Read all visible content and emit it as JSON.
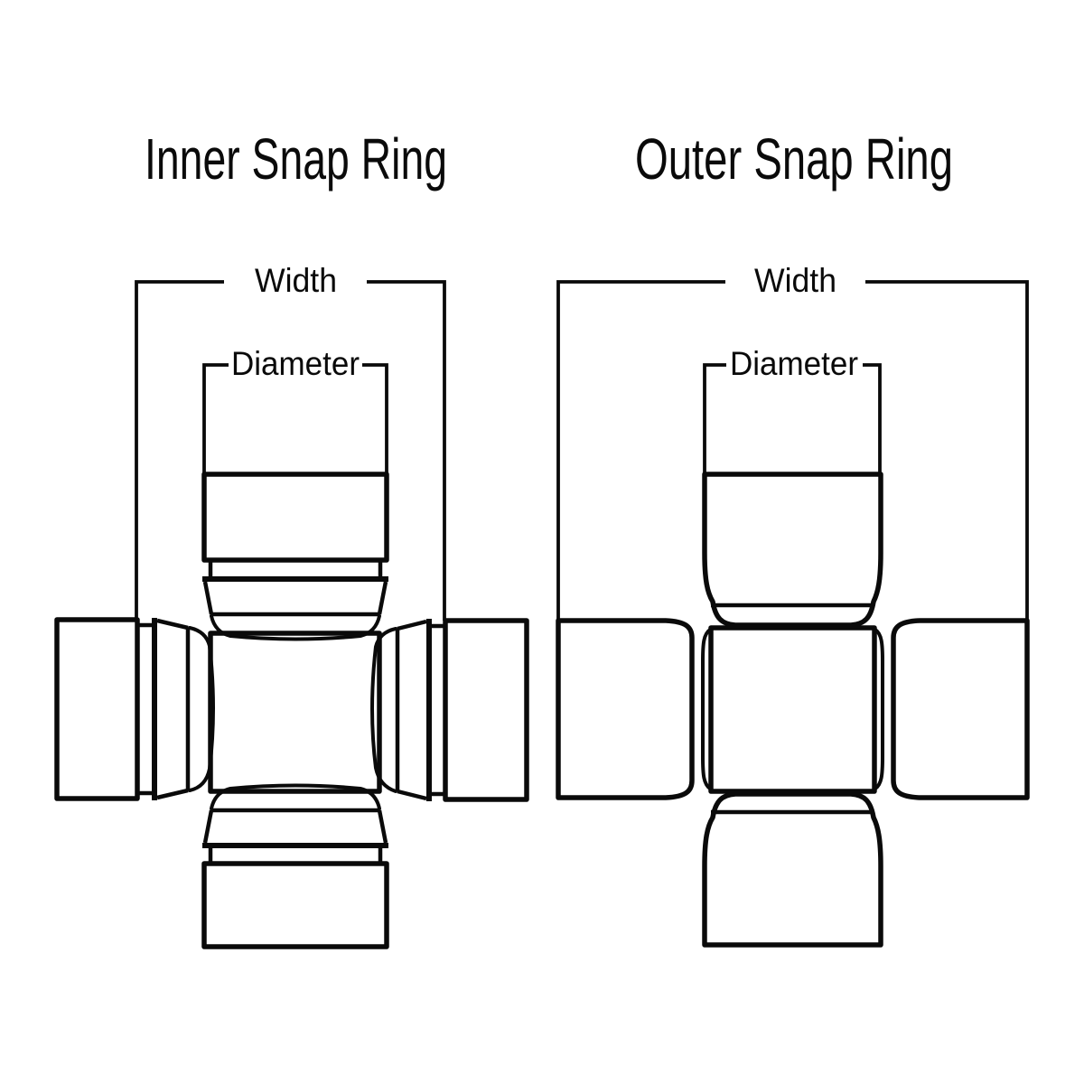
{
  "canvas": {
    "background_color": "#ffffff",
    "line_color": "#0a0a0a",
    "description": "Comparison diagram of universal joint cross styles"
  },
  "diagrams": {
    "inner": {
      "title": "Inner Snap Ring",
      "width_label": "Width",
      "diameter_label": "Diameter"
    },
    "outer": {
      "title": "Outer Snap Ring",
      "width_label": "Width",
      "diameter_label": "Diameter"
    }
  }
}
